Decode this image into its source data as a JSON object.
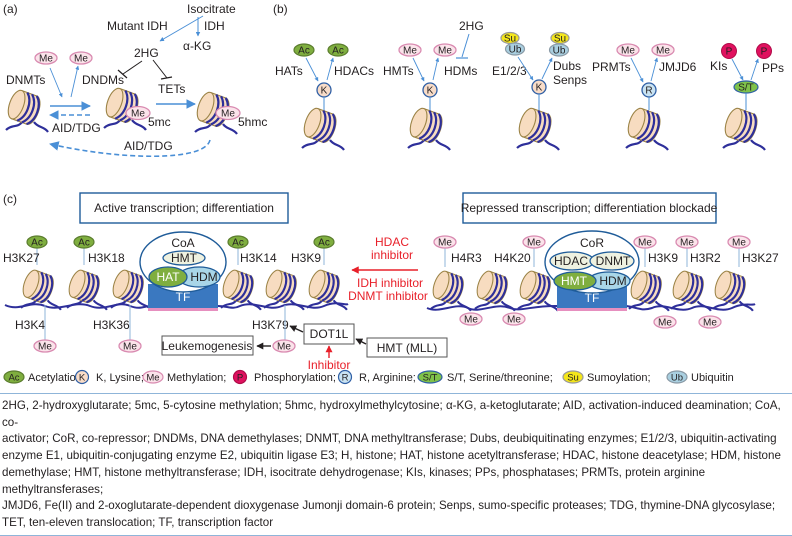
{
  "panel_a": {
    "label": "(a)",
    "isocitrate": "Isocitrate",
    "mutant_idh": "Mutant IDH",
    "idh": "IDH",
    "two_hg": "2HG",
    "alpha_kg": "α-KG",
    "dnmts": "DNMTs",
    "dndms": "DNDMs",
    "tets": "TETs",
    "aid_tdg_1": "AID/TDG",
    "aid_tdg_2": "AID/TDG",
    "five_mc": "5mc",
    "five_hmc": "5hmc",
    "me": "Me"
  },
  "panel_b": {
    "label": "(b)",
    "groups": [
      {
        "writer": "HATs",
        "eraser": "HDACs",
        "mark": "Ac",
        "residue": "K"
      },
      {
        "writer": "HMTs",
        "eraser": "HDMs",
        "mark": "Me",
        "residue": "K",
        "inhibitor": "2HG"
      },
      {
        "writer": "E1/2/3",
        "eraser_line1": "Dubs",
        "eraser_line2": "Senps",
        "mark_top": "Su",
        "mark": "Ub",
        "residue": "K"
      },
      {
        "writer": "PRMTs",
        "eraser": "JMJD6",
        "mark": "Me",
        "residue": "R"
      },
      {
        "writer": "KIs",
        "eraser": "PPs",
        "mark": "P",
        "residue": "S/T"
      }
    ]
  },
  "panel_c": {
    "label": "(c)",
    "active_box": "Active transcription; differentiation",
    "repressed_box": "Repressed transcription; differentiation blockade",
    "coa": "CoA",
    "cor": "CoR",
    "hmt": "HMT",
    "hat": "HAT",
    "hdm": "HDM",
    "hdac": "HDAC",
    "dnmt": "DNMT",
    "tf": "TF",
    "ac": "Ac",
    "me": "Me",
    "active_top_sites": [
      "H3K27",
      "H3K18",
      "H3K14",
      "H3K9"
    ],
    "active_bottom_sites": [
      "H3K4",
      "H3K36",
      "H3K79"
    ],
    "repressed_top_sites": [
      "H4R3",
      "H4K20",
      "H3K9",
      "H3R2",
      "H3K27"
    ],
    "drugs": {
      "hdac_inhibitor_line1": "HDAC",
      "hdac_inhibitor_line2": "inhibitor",
      "idh_inhibitor": "IDH inhibitor",
      "dnmt_inhibitor": "DNMT inhibitor"
    },
    "dot1l": "DOT1L",
    "hmt_mll": "HMT (MLL)",
    "leukemogenesis": "Leukemogenesis",
    "inhibitor": "Inhibitor"
  },
  "legend": [
    {
      "symbol": "Ac",
      "label": "Acetylation;",
      "fill": "#7fae3f",
      "stroke": "#5b7d2e"
    },
    {
      "symbol": "K",
      "label": "K, Lysine;",
      "fill": "#f8dcc8",
      "stroke": "#2f5fa5"
    },
    {
      "symbol": "Me",
      "label": "Methylation;",
      "fill": "#fbe3ea",
      "stroke": "#d98bb1"
    },
    {
      "symbol": "P",
      "label": "Phosphorylation;",
      "fill": "#e0115f",
      "stroke": "#b00c49"
    },
    {
      "symbol": "R",
      "label": "R, Arginine;",
      "fill": "#c9e3f3",
      "stroke": "#2f5fa5"
    },
    {
      "symbol": "S/T",
      "label": "S/T, Serine/threonine;",
      "fill": "#7fc24a",
      "stroke": "#2f5fa5"
    },
    {
      "symbol": "Su",
      "label": "Sumoylation;",
      "fill": "#f4e61a",
      "stroke": "#9a9a9a"
    },
    {
      "symbol": "Ub",
      "label": "Ubiquitin",
      "fill": "#a9cfe0",
      "stroke": "#8a9aa6"
    }
  ],
  "colors": {
    "dna": "#2e2f9a",
    "nucleosome_fill": "#f7dcc0",
    "nucleosome_stroke": "#9b8346",
    "arrow_blue": "#4a8fd6",
    "tf_blue": "#3a78c0",
    "tf_base": "#e68fbf",
    "inhibitor_red": "#e8202a"
  },
  "caption": {
    "lines": [
      "2HG, 2-hydroxyglutarate; 5mc, 5-cytosine methylation; 5hmc, hydroxylmethylcytosine; α-KG, a-ketoglutarate; AID, activation-induced deamination; CoA, co-",
      "activator; CoR, co-repressor; DNDMs, DNA demethylases; DNMT, DNA methyltransferase; Dubs, deubiquitinating enzymes; E1/2/3, ubiquitin-activating",
      "enzyme E1, ubiquitin-conjugating enzyme E2, ubiquitin ligase E3; H, histone; HAT, histone acetyltransferase; HDAC, histone deacetylase; HDM, histone",
      "demethylase; HMT, histone methyltransferase; IDH, isocitrate dehydrogenase; KIs, kinases; PPs, phosphatases; PRMTs, protein arginine methyltransferases;",
      "JMJD6, Fe(II) and 2-oxoglutarate-dependent dioxygenase Jumonji domain-6 protein; Senps, sumo-specific proteases; TDG, thymine-DNA glycosylase;",
      "TET, ten-eleven translocation; TF, transcription factor"
    ]
  }
}
